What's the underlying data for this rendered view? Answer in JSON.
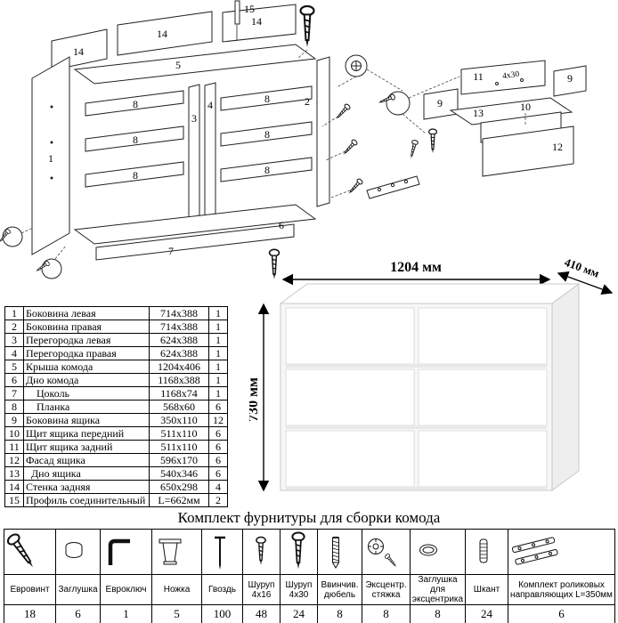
{
  "caption": "Комплект фурнитуры для сборки комода",
  "dimensions": {
    "width": "1204 мм",
    "depth": "410 мм",
    "height": "730 мм"
  },
  "parts_table": {
    "rows": [
      {
        "num": "1",
        "name": "Боковина левая",
        "size": "714x388",
        "qty": "1"
      },
      {
        "num": "2",
        "name": "Боковина правая",
        "size": "714x388",
        "qty": "1"
      },
      {
        "num": "3",
        "name": "Перегородка левая",
        "size": "624x388",
        "qty": "1"
      },
      {
        "num": "4",
        "name": "Перегородка правая",
        "size": "624x388",
        "qty": "1"
      },
      {
        "num": "5",
        "name": "Крыша комода",
        "size": "1204x406",
        "qty": "1"
      },
      {
        "num": "6",
        "name": "Дно комода",
        "size": "1168x388",
        "qty": "1"
      },
      {
        "num": "7",
        "name": "    Цоколь",
        "size": "1168x74",
        "qty": "1"
      },
      {
        "num": "8",
        "name": "    Планка",
        "size": "568x60",
        "qty": "6"
      },
      {
        "num": "9",
        "name": "Боковина ящика",
        "size": "350x110",
        "qty": "12"
      },
      {
        "num": "10",
        "name": "Щит ящика передний",
        "size": "511x110",
        "qty": "6"
      },
      {
        "num": "11",
        "name": "Щит ящика задний",
        "size": "511x110",
        "qty": "6"
      },
      {
        "num": "12",
        "name": "Фасад ящика",
        "size": "596x170",
        "qty": "6"
      },
      {
        "num": "13",
        "name": "  Дно ящика",
        "size": "540x346",
        "qty": "6"
      },
      {
        "num": "14",
        "name": "Стенка задняя",
        "size": "650x298",
        "qty": "4"
      },
      {
        "num": "15",
        "name": "Профиль соединительный",
        "size": "L=662мм",
        "qty": "2"
      }
    ]
  },
  "diagram": {
    "labels": {
      "n1": "1",
      "n2": "2",
      "n3": "3",
      "n4": "4",
      "n5": "5",
      "n6": "6",
      "n7": "7",
      "n8a": "8",
      "n8b": "8",
      "n8c": "8",
      "n8d": "8",
      "n8e": "8",
      "n8f": "8",
      "n9a": "9",
      "n9b": "9",
      "n10": "10",
      "n11": "11",
      "n12": "12",
      "n13": "13",
      "n14a": "14",
      "n14b": "14",
      "n14c": "14",
      "n15": "15",
      "screw_note": "4x30"
    }
  },
  "hardware": {
    "items": [
      {
        "label": "Евровинт",
        "qty": "18",
        "icon": "euro-screw-icon"
      },
      {
        "label": "Заглушка",
        "qty": "6",
        "icon": "plug-icon"
      },
      {
        "label": "Евроключ",
        "qty": "1",
        "icon": "hex-key-icon"
      },
      {
        "label": "Ножка",
        "qty": "5",
        "icon": "leg-icon"
      },
      {
        "label": "Гвоздь",
        "qty": "100",
        "icon": "nail-icon"
      },
      {
        "label": "Шуруп 4x16",
        "qty": "48",
        "icon": "screw-small-icon"
      },
      {
        "label": "Шуруп 4x30",
        "qty": "24",
        "icon": "screw-medium-icon"
      },
      {
        "label": "Ввинчив. дюбель",
        "qty": "8",
        "icon": "dowel-screw-icon"
      },
      {
        "label": "Эксцентр. стяжка",
        "qty": "8",
        "icon": "cam-lock-icon"
      },
      {
        "label": "Заглушка для эксцентрика",
        "qty": "8",
        "icon": "cam-cap-icon"
      },
      {
        "label": "Шкант",
        "qty": "24",
        "icon": "wood-dowel-icon"
      },
      {
        "label": "Комплект роликовых направляющих L=350мм",
        "qty": "6",
        "icon": "drawer-slides-icon"
      }
    ]
  }
}
